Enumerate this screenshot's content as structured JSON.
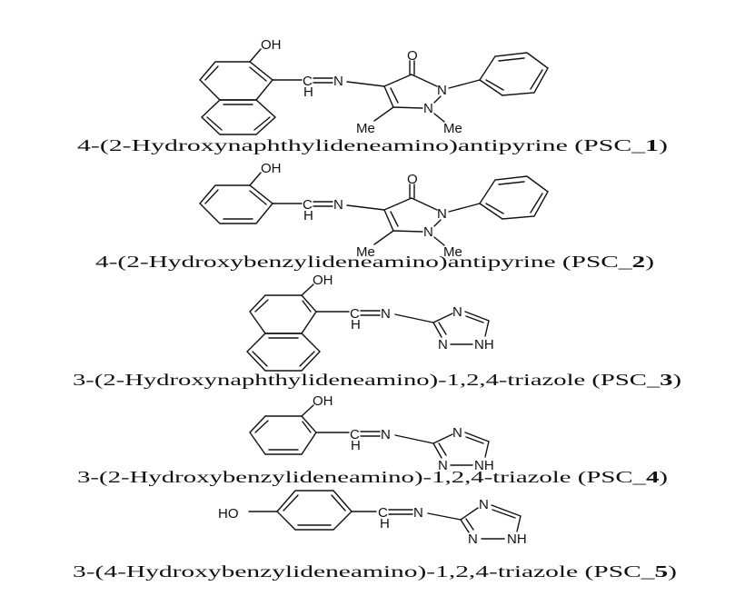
{
  "structures": [
    {
      "name": "4-(2-Hydroxynaphthylideneamino)antipyrine (",
      "code_prefix": "PSC_",
      "code_num": "1",
      "close": ")",
      "atoms": {
        "oh": "OH",
        "c": "C",
        "h": "H",
        "n": "N",
        "o": "O",
        "n2": "N",
        "n1": "N",
        "me1": "Me",
        "me2": "Me"
      }
    },
    {
      "name": "4-(2-Hydroxybenzylideneamino)antipyrine (",
      "code_prefix": "PSC_",
      "code_num": "2",
      "close": ")",
      "atoms": {
        "oh": "OH",
        "c": "C",
        "h": "H",
        "n": "N",
        "o": "O",
        "n2": "N",
        "n1": "N",
        "me1": "Me",
        "me2": "Me"
      }
    },
    {
      "name": "3-(2-Hydroxynaphthylideneamino)-1,2,4-triazole (",
      "code_prefix": "PSC_",
      "code_num": "3",
      "close": ")",
      "atoms": {
        "oh": "OH",
        "c": "C",
        "h": "H",
        "n": "N",
        "n4": "N",
        "nh": "NH",
        "n2": "N"
      }
    },
    {
      "name": "3-(2-Hydroxybenzylideneamino)-1,2,4-triazole (",
      "code_prefix": "PSC_",
      "code_num": "4",
      "close": ")",
      "atoms": {
        "oh": "OH",
        "c": "C",
        "h": "H",
        "n": "N",
        "n4": "N",
        "nh": "NH",
        "n2": "N"
      }
    },
    {
      "name": "3-(4-Hydroxybenzylideneamino)-1,2,4-triazole (",
      "code_prefix": "PSC_",
      "code_num": "5",
      "close": ")",
      "atoms": {
        "oh": "HO",
        "c": "C",
        "h": "H",
        "n": "N",
        "n4": "N",
        "nh": "NH",
        "n2": "N"
      }
    }
  ]
}
